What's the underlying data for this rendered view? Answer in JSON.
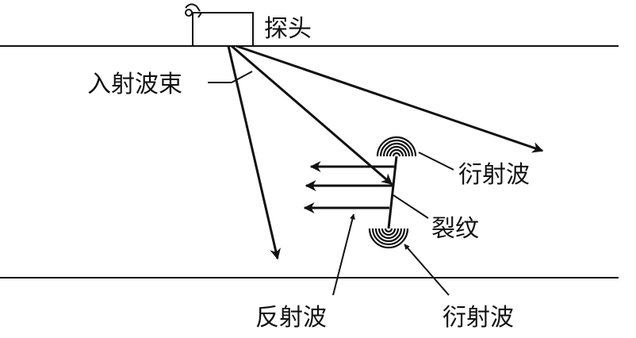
{
  "labels": {
    "probe": "探头",
    "incident_beam": "入射波束",
    "diffracted_wave_upper": "衍射波",
    "crack": "裂纹",
    "reflected_wave": "反射波",
    "diffracted_wave_lower": "衍射波"
  },
  "colors": {
    "ink": "#111111",
    "background": "#ffffff"
  }
}
